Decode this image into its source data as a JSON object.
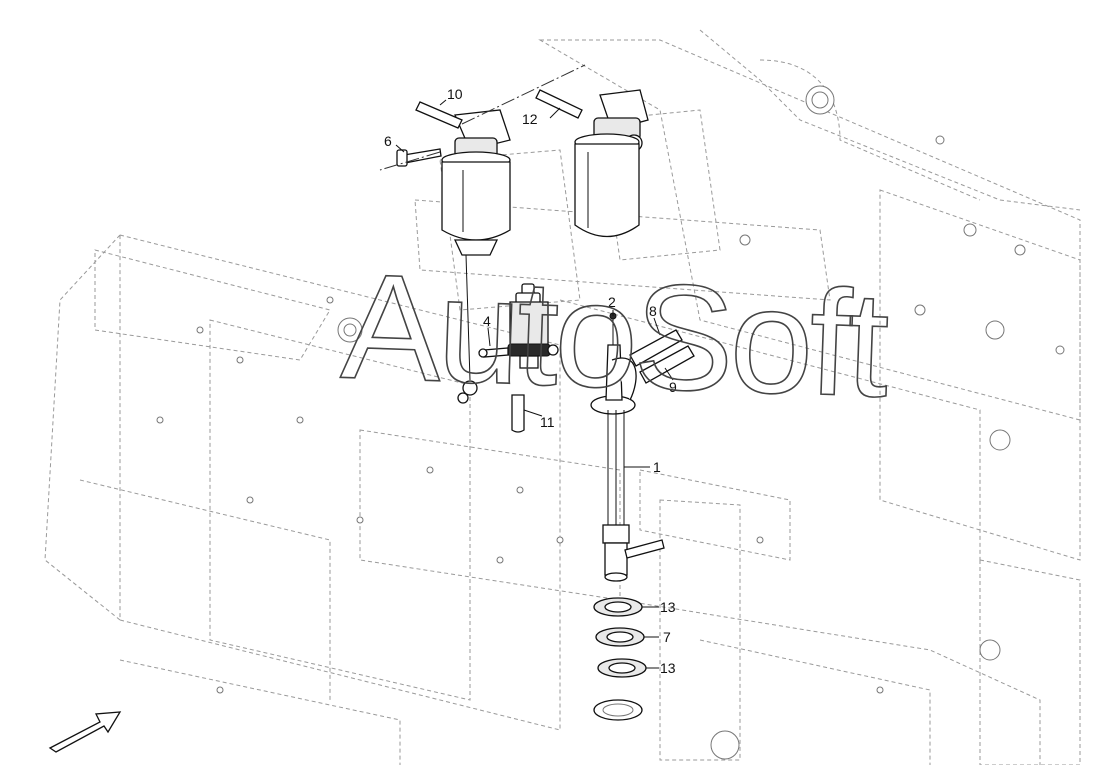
{
  "diagram": {
    "callouts": [
      {
        "id": "10",
        "label": "10"
      },
      {
        "id": "12",
        "label": "12"
      },
      {
        "id": "6",
        "label": "6"
      },
      {
        "id": "4",
        "label": "4"
      },
      {
        "id": "2",
        "label": "2"
      },
      {
        "id": "8",
        "label": "8"
      },
      {
        "id": "9",
        "label": "9"
      },
      {
        "id": "11",
        "label": "11"
      },
      {
        "id": "1",
        "label": "1"
      },
      {
        "id": "13a",
        "label": "13"
      },
      {
        "id": "7",
        "label": "7"
      },
      {
        "id": "13b",
        "label": "13"
      }
    ],
    "watermark": "AutoSoft",
    "colors": {
      "line": "#111111",
      "frame": "#9a9a9a",
      "background": "#ffffff"
    }
  }
}
